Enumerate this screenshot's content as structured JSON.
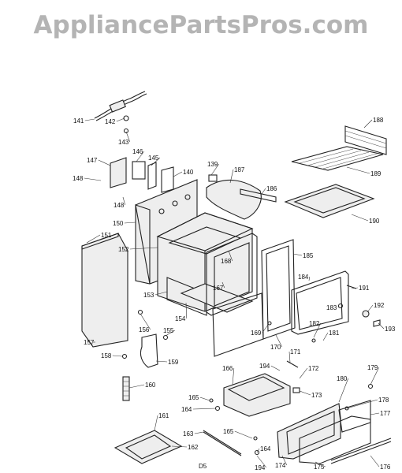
{
  "watermark": "AppliancePartsPros.com",
  "page_code": "D5",
  "callouts": [
    {
      "label": "141"
    },
    {
      "label": "142"
    },
    {
      "label": "143"
    },
    {
      "label": "147"
    },
    {
      "label": "146"
    },
    {
      "label": "145"
    },
    {
      "label": "140"
    },
    {
      "label": "148"
    },
    {
      "label": "148"
    },
    {
      "label": "139"
    },
    {
      "label": "187"
    },
    {
      "label": "186"
    },
    {
      "label": "188"
    },
    {
      "label": "189"
    },
    {
      "label": "190"
    },
    {
      "label": "150"
    },
    {
      "label": "151"
    },
    {
      "label": "152"
    },
    {
      "label": "168"
    },
    {
      "label": "167"
    },
    {
      "label": "185"
    },
    {
      "label": "184"
    },
    {
      "label": "191"
    },
    {
      "label": "183"
    },
    {
      "label": "192"
    },
    {
      "label": "193"
    },
    {
      "label": "153"
    },
    {
      "label": "154"
    },
    {
      "label": "156"
    },
    {
      "label": "155"
    },
    {
      "label": "157"
    },
    {
      "label": "169"
    },
    {
      "label": "170"
    },
    {
      "label": "182"
    },
    {
      "label": "181"
    },
    {
      "label": "158"
    },
    {
      "label": "159"
    },
    {
      "label": "171"
    },
    {
      "label": "172"
    },
    {
      "label": "194"
    },
    {
      "label": "166"
    },
    {
      "label": "173"
    },
    {
      "label": "179"
    },
    {
      "label": "180"
    },
    {
      "label": "160"
    },
    {
      "label": "165"
    },
    {
      "label": "164"
    },
    {
      "label": "178"
    },
    {
      "label": "177"
    },
    {
      "label": "161"
    },
    {
      "label": "163"
    },
    {
      "label": "165"
    },
    {
      "label": "164"
    },
    {
      "label": "162"
    },
    {
      "label": "174"
    },
    {
      "label": "175"
    },
    {
      "label": "176"
    },
    {
      "label": "194"
    }
  ]
}
